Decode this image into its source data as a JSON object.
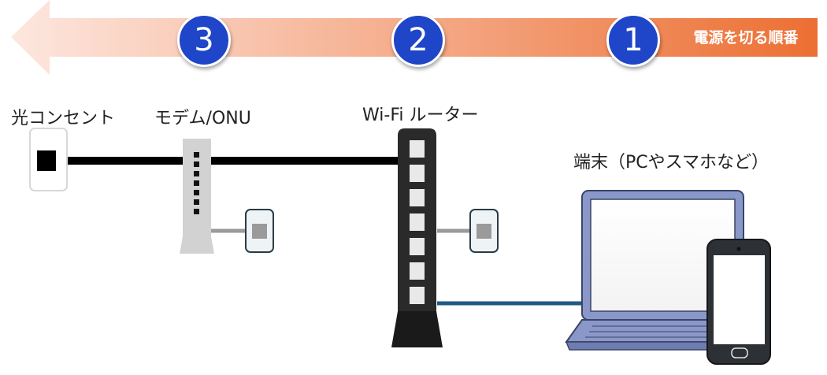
{
  "arrow": {
    "title": "電源を切る順番",
    "colors": {
      "start": "#fde7df",
      "end": "#ec6f33"
    }
  },
  "steps": [
    {
      "number": "1",
      "target": "device"
    },
    {
      "number": "2",
      "target": "router"
    },
    {
      "number": "3",
      "target": "modem"
    }
  ],
  "labels": {
    "outlet": "光コンセント",
    "modem": "モデム/ONU",
    "router": "Wi-Fi ルーター",
    "device": "端末（PCやスマホなど）"
  },
  "colors": {
    "badge": "#1f45c8",
    "fiber_cable": "#000000",
    "lan_cable": "#1f5a86",
    "modem_body": "#d2d2d2",
    "router_body": "#2a2a2a",
    "laptop": "#8a98c9"
  },
  "icons": [
    "arrow-left-icon",
    "wall-outlet-icon",
    "modem-icon",
    "router-icon",
    "laptop-icon",
    "smartphone-icon",
    "power-socket-icon"
  ]
}
